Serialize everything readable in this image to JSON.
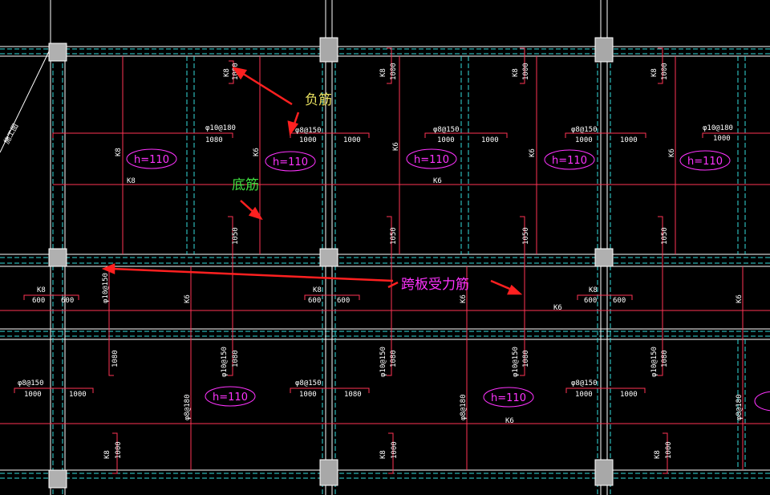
{
  "colors": {
    "background": "#000000",
    "beam_lines": "#ffffff",
    "hidden_lines": "#33dddd",
    "rebar": "#ff3355",
    "column": "#b0b0b0",
    "slab_label": "#ff33ff",
    "arrow": "#ff2020",
    "note_negative": "#e8e060",
    "note_bottom": "#40e040",
    "note_span": "#ff33ff"
  },
  "annotations": {
    "negative_rebar": "负筋",
    "bottom_rebar": "底筋",
    "span_rebar": "跨板受力筋",
    "edge_text": "施工图"
  },
  "slabs": [
    {
      "label": "h=110"
    },
    {
      "label": "h=110"
    },
    {
      "label": "h=110"
    },
    {
      "label": "h=110"
    },
    {
      "label": "h=110"
    },
    {
      "label": "h=110"
    },
    {
      "label": "h=110"
    }
  ],
  "rebar_labels": {
    "r1": [
      "φ10@180",
      "φ8@150",
      "φ8@150",
      "φ8@150",
      "φ10@180"
    ],
    "r1_dims": [
      "1080",
      "1000",
      "1000",
      "1000",
      "1000",
      "1000",
      "1000",
      "1000"
    ],
    "k8": "K8",
    "k6": "K6",
    "d1000": "1000",
    "d1050": "1050",
    "d600": "600",
    "phi10_150": "φ10@150",
    "phi10_180": "φ10@180",
    "phi8_150": "φ8@150",
    "phi8_180": "φ8@180",
    "d1080": "1080"
  }
}
